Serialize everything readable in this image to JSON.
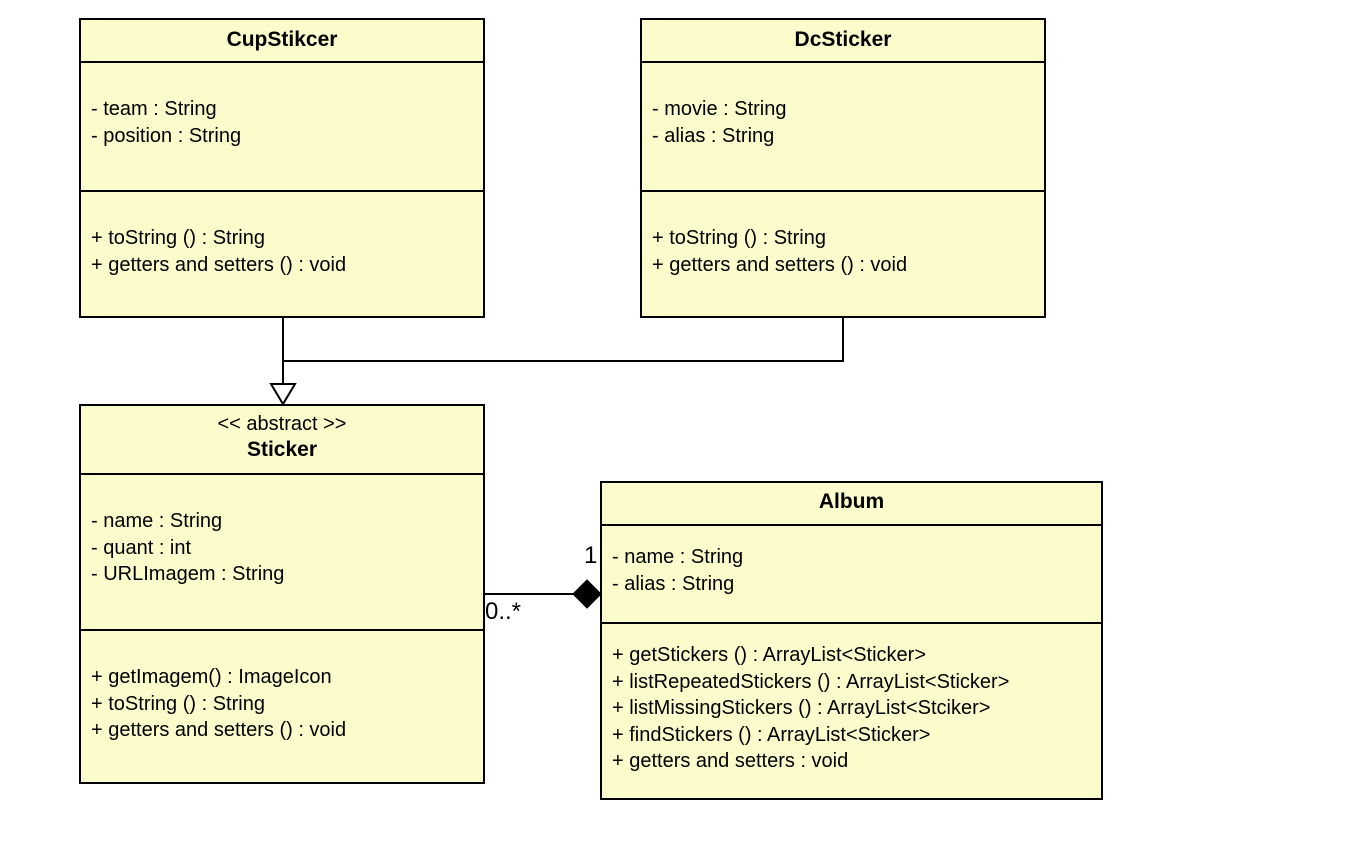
{
  "classes": {
    "cupsticker": {
      "name": "CupStikcer",
      "attributes": [
        "- team : String",
        "- position : String"
      ],
      "methods": [
        "+ toString () : String",
        "+ getters and setters () : void"
      ]
    },
    "dcsticker": {
      "name": "DcSticker",
      "attributes": [
        "- movie : String",
        "- alias : String"
      ],
      "methods": [
        "+ toString () : String",
        "+ getters and setters () : void"
      ]
    },
    "sticker": {
      "stereotype": "<< abstract >>",
      "name": "Sticker",
      "attributes": [
        "- name : String",
        "- quant : int",
        "- URLImagem : String"
      ],
      "methods": [
        "+ getImagem() : ImageIcon",
        "+ toString () : String",
        "+ getters and setters () : void"
      ]
    },
    "album": {
      "name": "Album",
      "attributes": [
        "- name : String",
        "- alias : String"
      ],
      "methods": [
        "+ getStickers () : ArrayList<Sticker>",
        "+ listRepeatedStickers () : ArrayList<Sticker>",
        "+ listMissingStickers () : ArrayList<Stciker>",
        "+ findStickers () : ArrayList<Sticker>",
        "+ getters and setters : void"
      ]
    }
  },
  "relations": {
    "composition": {
      "whole_multiplicity": "1",
      "part_multiplicity": "0..*"
    }
  },
  "colors": {
    "class_fill": "#fbfbcb",
    "line": "#000000"
  }
}
